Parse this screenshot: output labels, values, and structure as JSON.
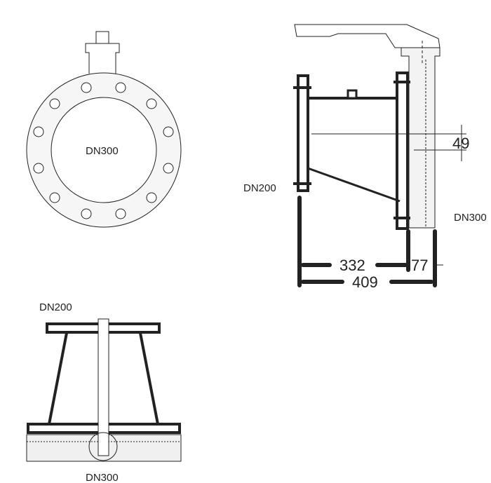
{
  "front_view": {
    "label": "DN300"
  },
  "side_view": {
    "label_left": "DN200",
    "label_right": "DN300",
    "dim_offset": "49",
    "dim_body": "332",
    "dim_valve": "77",
    "dim_total": "409"
  },
  "top_view": {
    "label_top": "DN200",
    "label_bottom": "DN300"
  },
  "colors": {
    "line": "#111111",
    "fill": "#eeeeee"
  }
}
